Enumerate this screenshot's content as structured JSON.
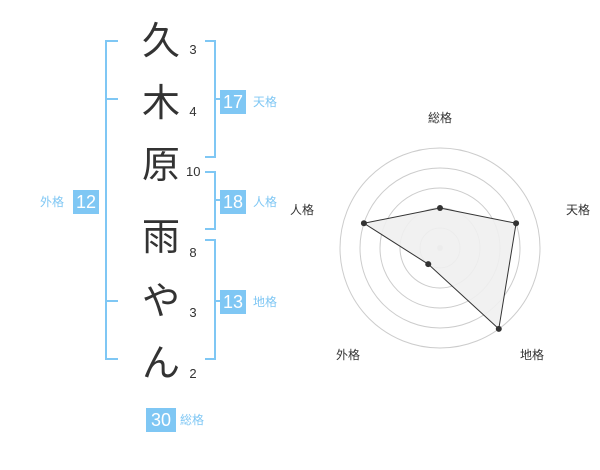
{
  "name": {
    "chars": [
      {
        "char": "久",
        "strokes": "3"
      },
      {
        "char": "木",
        "strokes": "4"
      },
      {
        "char": "原",
        "strokes": "10"
      },
      {
        "char": "雨",
        "strokes": "8"
      },
      {
        "char": "や",
        "strokes": "3"
      },
      {
        "char": "ん",
        "strokes": "2"
      }
    ]
  },
  "fortune": {
    "tenkaku": {
      "label": "天格",
      "value": "17"
    },
    "jinkaku": {
      "label": "人格",
      "value": "18"
    },
    "chikaku": {
      "label": "地格",
      "value": "13"
    },
    "gaikaku": {
      "label": "外格",
      "value": "12"
    },
    "soukaku": {
      "label": "総格",
      "value": "30"
    }
  },
  "colors": {
    "accent": "#7fc7f4",
    "text": "#333333",
    "ring": "#cccccc",
    "fill": "#f0f0f0"
  },
  "chart_data": {
    "type": "radar",
    "axes": [
      "総格",
      "天格",
      "地格",
      "外格",
      "人格"
    ],
    "levels": 5,
    "values": [
      2,
      4,
      5,
      1,
      4
    ],
    "range": [
      0,
      5
    ]
  }
}
